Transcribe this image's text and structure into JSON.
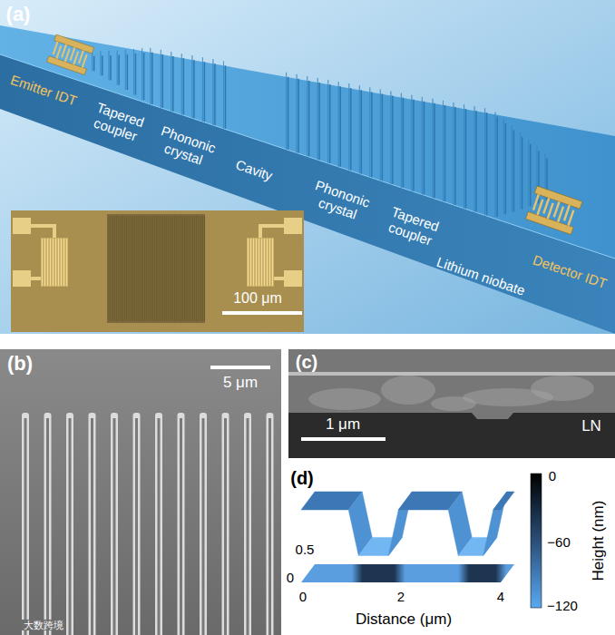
{
  "diagram": {
    "labels": [
      "(a)",
      "Emitter IDT",
      "Tapered coupler",
      "Phononic crystal",
      "Cavity",
      "Phononic crystal",
      "Tapered coupler",
      "Detector IDT",
      "Lithium niobate",
      "100 μm",
      "(b)",
      "5 μm",
      "(c)",
      "1 μm",
      "LN",
      "(d)",
      "0",
      "−60",
      "−120",
      "Height (nm)",
      "0.5",
      "0",
      "0",
      "2",
      "4",
      "Distance (μm)",
      "大数跨境"
    ]
  }
}
